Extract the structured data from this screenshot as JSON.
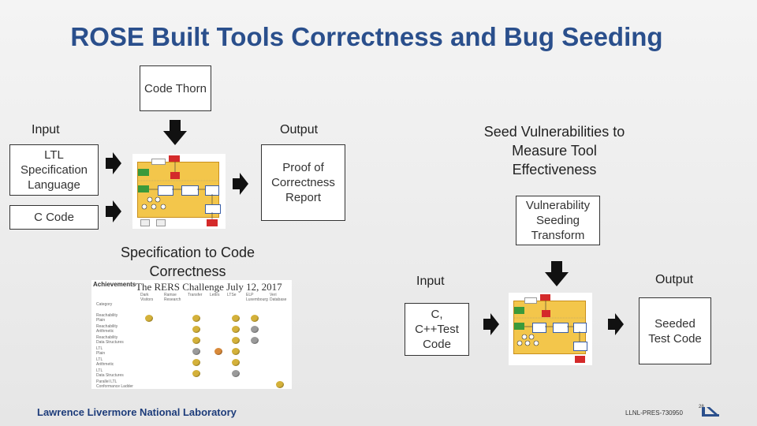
{
  "title": "ROSE Built Tools Correctness and Bug Seeding",
  "left_flow": {
    "code_thorn": "Code Thorn",
    "input_label": "Input",
    "output_label": "Output",
    "inputs": [
      "LTL Specification Language",
      "C Code"
    ],
    "output": "Proof of Correctness Report",
    "caption": "Specification to Code Correctness"
  },
  "right_flow": {
    "heading": "Seed Vulnerabilities to Measure Tool Effectiveness",
    "transform": "Vulnerability Seeding Transform",
    "input_label": "Input",
    "output_label": "Output",
    "input": "C, C++Test Code",
    "output": "Seeded Test Code"
  },
  "rers": {
    "header": "The RERS Challenge July 12, 2017",
    "tag": "Achievements",
    "columns": [
      "Dark\nVisitors",
      "Ramse\nResearch",
      "Transfer",
      "Lettrs",
      "LTSe",
      "ELP\nLuxembourg",
      "Veri\nDatabase"
    ],
    "rows": [
      "Category",
      "Reachability\nPlain",
      "Reachability\nArithmetic",
      "Reachability\nData Structures",
      "LTL\nPlain",
      "LTL\nArithmetic",
      "LTL\nData Structures",
      "Parallel LTL\nConformance Ladder"
    ],
    "colors": {
      "gold": "#d4b13a",
      "silver": "#9a9a9a",
      "bronze": "#d98a3a"
    }
  },
  "footer": {
    "lab": "Lawrence Livermore National Laboratory",
    "release": "LLNL-PRES-730950",
    "page": "28"
  },
  "colors": {
    "title": "#2a4f8c",
    "footer": "#1d3c7a",
    "diagram_bg": "#f3c64b",
    "node_red": "#d42a2a",
    "node_green": "#3b9a3b",
    "node_blue": "#3a5fa8"
  }
}
